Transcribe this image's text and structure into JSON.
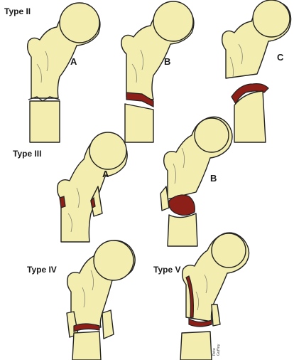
{
  "labels": {
    "type_ii": "Type II",
    "type_iii": "Type III",
    "type_iv": "Type IV",
    "type_v": "Type V",
    "a1": "A",
    "b1": "B",
    "c1": "C",
    "a2": "A",
    "b2": "B"
  },
  "signature": "Pete\nGuffey",
  "colors": {
    "bone": "#f3eeb0",
    "outline": "#222222",
    "fracture": "#7a1a14",
    "blood": "#b32a1f"
  }
}
